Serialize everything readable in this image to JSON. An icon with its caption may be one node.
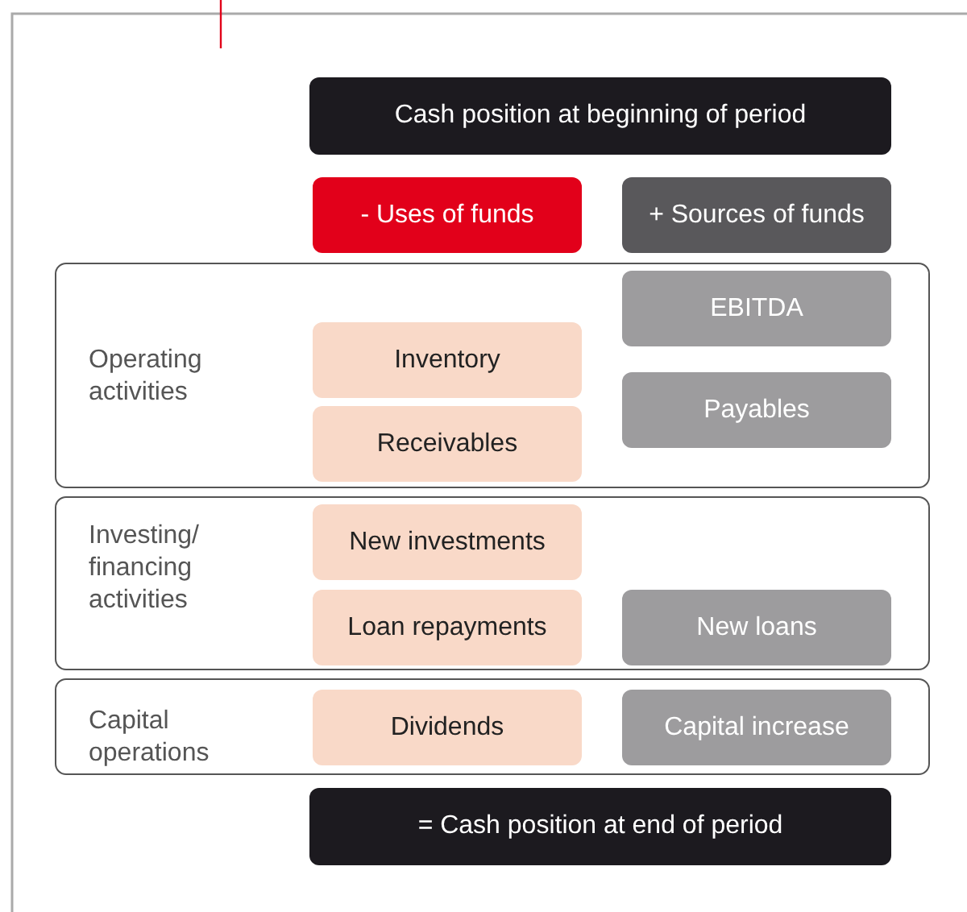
{
  "diagram": {
    "nodes": [
      {
        "text": [
          "Cash position at beginning of period"
        ]
      },
      {
        "text": [
          "- Uses of funds"
        ]
      },
      {
        "text": [
          "+ Sources of funds"
        ]
      },
      {
        "text": [
          "Operating activities"
        ]
      },
      {
        "text": [
          "Inventory"
        ],
        "in": 3
      },
      {
        "text": [
          "Receivables"
        ],
        "in": 3
      },
      {
        "text": [
          "EBITDA"
        ],
        "in": 3
      },
      {
        "text": [
          "Payables"
        ],
        "in": 3
      },
      {
        "text": [
          "Investing/ financing activities"
        ]
      },
      {
        "text": [
          "New investments"
        ],
        "in": 8
      },
      {
        "text": [
          "Loan repayments"
        ],
        "in": 8
      },
      {
        "text": [
          "New loans"
        ],
        "in": 8
      },
      {
        "text": [
          "Capital operations"
        ]
      },
      {
        "text": [
          "Dividends"
        ],
        "in": 12
      },
      {
        "text": [
          "Capital increase"
        ],
        "in": 12
      },
      {
        "text": [
          "= Cash position at end of period"
        ]
      }
    ]
  }
}
